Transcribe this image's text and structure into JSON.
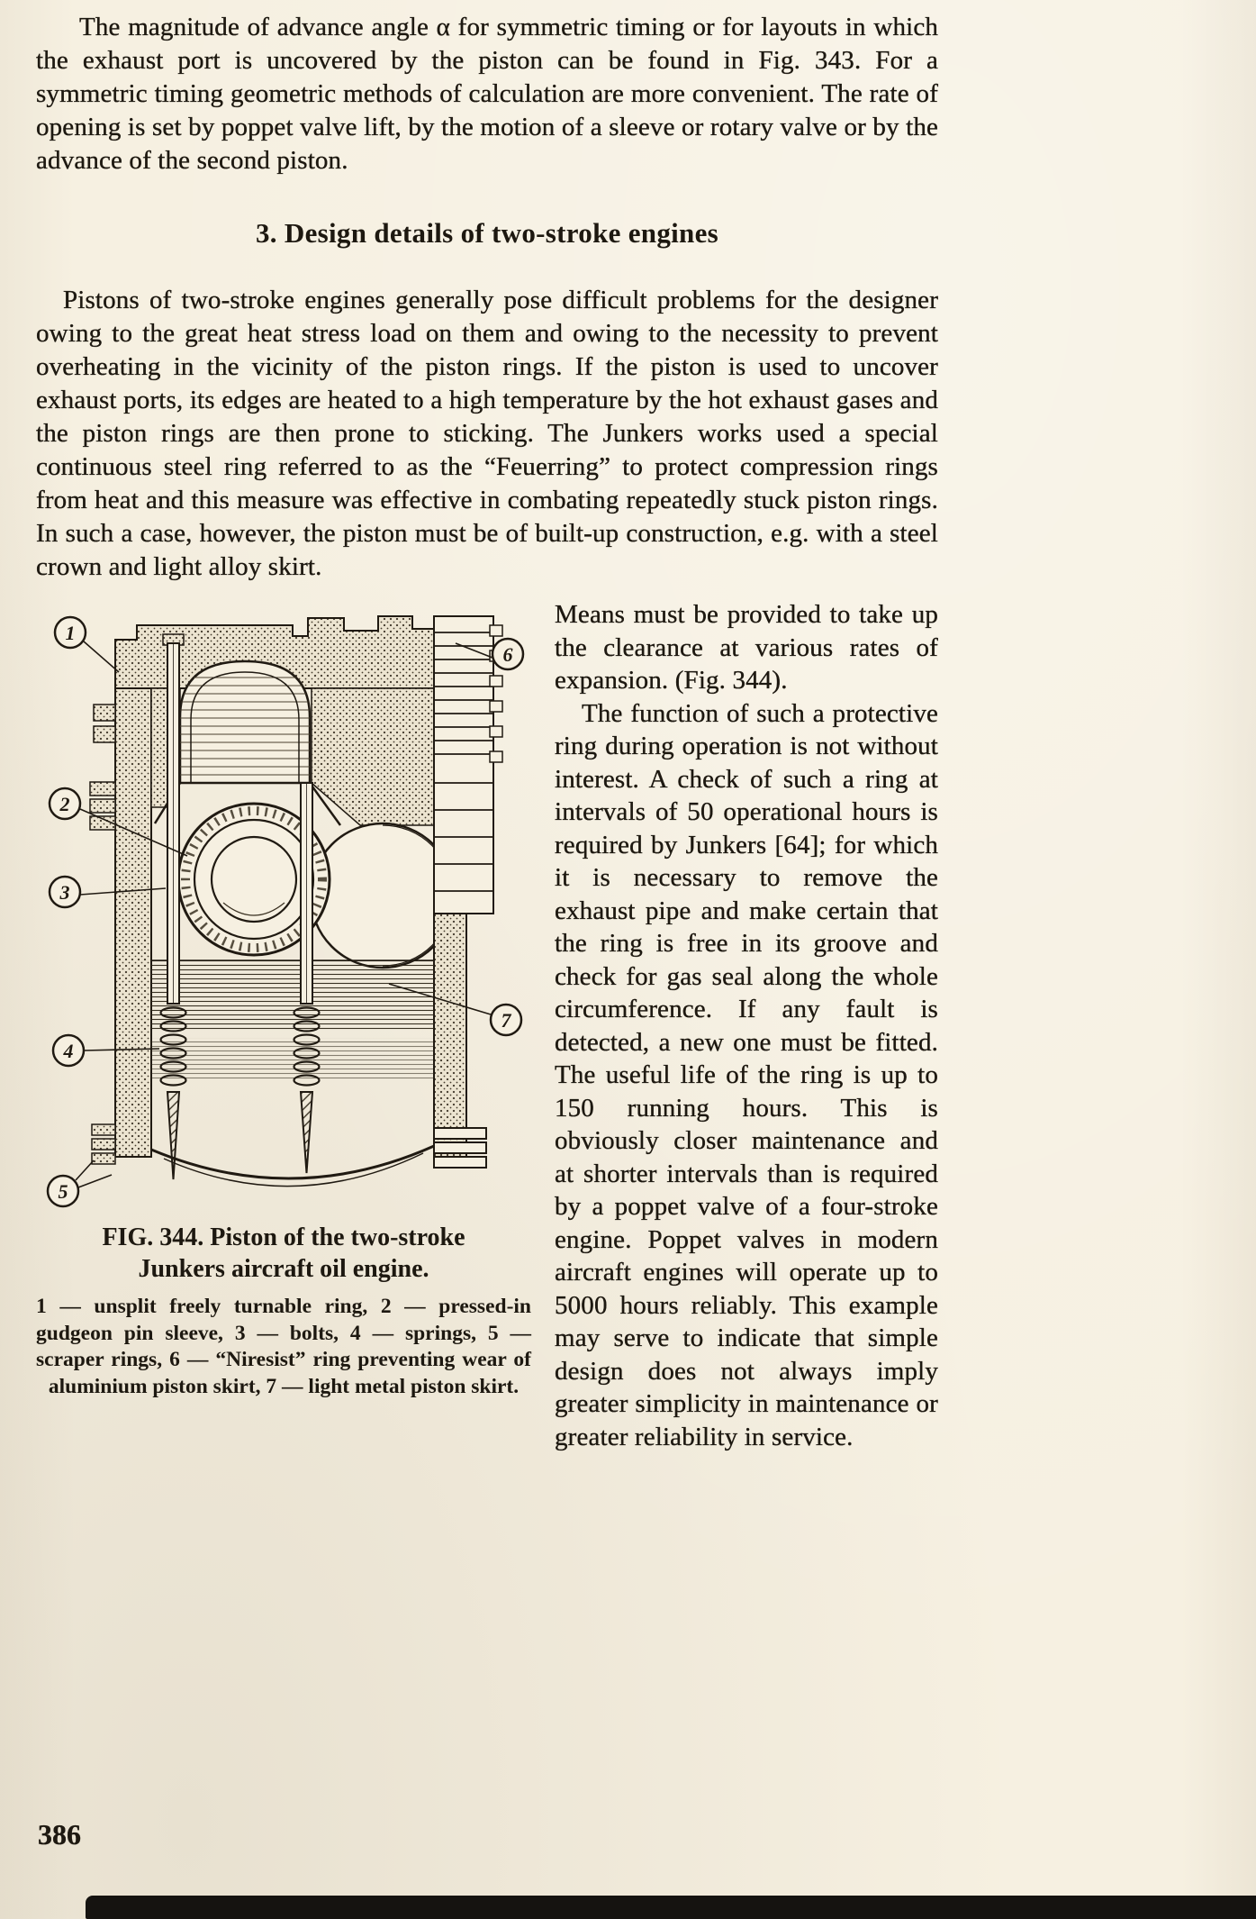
{
  "theme": {
    "paper_color": "#f6f0e1",
    "ink_color": "#1d1810",
    "scan_bar_color": "#151310"
  },
  "page": {
    "number": "386",
    "paragraph1": "The magnitude of advance angle α for symmetric timing or for layouts in which the exhaust port is uncovered by the piston can be found in Fig. 343. For a symmetric timing geometric methods of calculation are more convenient. The rate of opening is set by poppet valve lift, by the motion of a sleeve or rotary valve or by the advance of the second piston.",
    "heading": "3. Design details of two-stroke engines",
    "paragraph2": "Pistons of two-stroke engines generally pose difficult problems for the designer owing to the great heat stress load on them and owing to the necessity to prevent overheating in the vicinity of the piston rings. If the piston is used to uncover exhaust ports, its edges are heated to a high temperature by the hot exhaust gases and the piston rings are then prone to sticking. The Junkers works used a special continuous steel ring referred to as the “Feuerring” to protect compression rings from heat and this measure was effective in combating repeatedly stuck piston rings. In such a case, however, the piston must be of built-up construction, e.g. with a steel crown and light alloy skirt.",
    "right_column": {
      "paragraph1": "Means must be provided to take up the clearance at various rates of expansion. (Fig. 344).",
      "paragraph2": "The function of such a protective ring during operation is not without interest. A check of such a ring at intervals of 50 operational hours is required by Junkers [64]; for which it is necessary to remove the exhaust pipe and make certain that the ring is free in its groove and check for gas seal along the whole circumference. If any fault is detected, a new one must be fitted. The useful life of the ring is up to 150 running hours. This is obviously closer maintenance and at shorter intervals than is required by a poppet valve of a four-stroke engine. Poppet valves in modern aircraft engines will operate up to 5000 hours reliably. This example may serve to indicate that simple design does not always imply greater simplicity in maintenance or greater reliability in service."
    },
    "figure": {
      "caption": "FIG. 344. Piston of the two-stroke Junkers aircraft oil engine.",
      "legend": "1 — unsplit freely turnable ring, 2 — pressed-in gudgeon pin sleeve, 3 — bolts, 4 — springs, 5 — scraper rings, 6 — “Niresist” ring preventing wear of aluminium piston skirt, 7 — light metal piston skirt.",
      "callouts": [
        "1",
        "2",
        "3",
        "4",
        "5",
        "6",
        "7"
      ]
    }
  }
}
